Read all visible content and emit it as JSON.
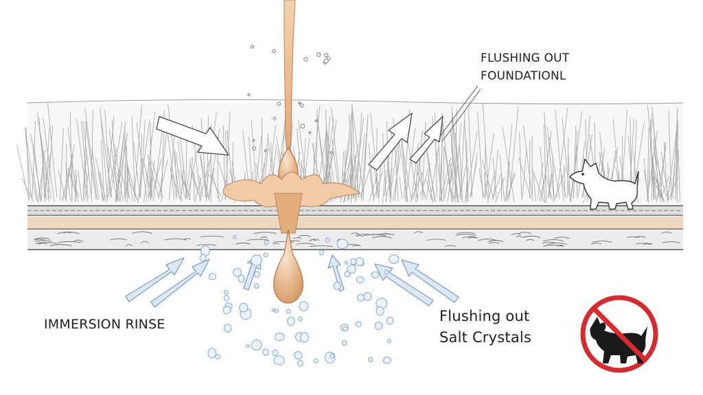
{
  "labels": {
    "top_line1": "FLUSHING OUT",
    "top_line2": "FOUNDATIONL",
    "left": "IMMERSION RINSE",
    "right_line1": "Flushing out",
    "right_line2": "Salt Crystals"
  },
  "icons": {
    "no_dogs": "no-dogs-sign-icon",
    "dog": "dog-sketch-icon",
    "drop": "water-drop-icon"
  },
  "colors": {
    "ink": "#5a5a5a",
    "water": "#e9b98a",
    "water_dark": "#c9885a",
    "bubbles": "#8fb6dc",
    "arrows_blue": "#8fb0d6",
    "prohibit_red": "#d42a30"
  }
}
